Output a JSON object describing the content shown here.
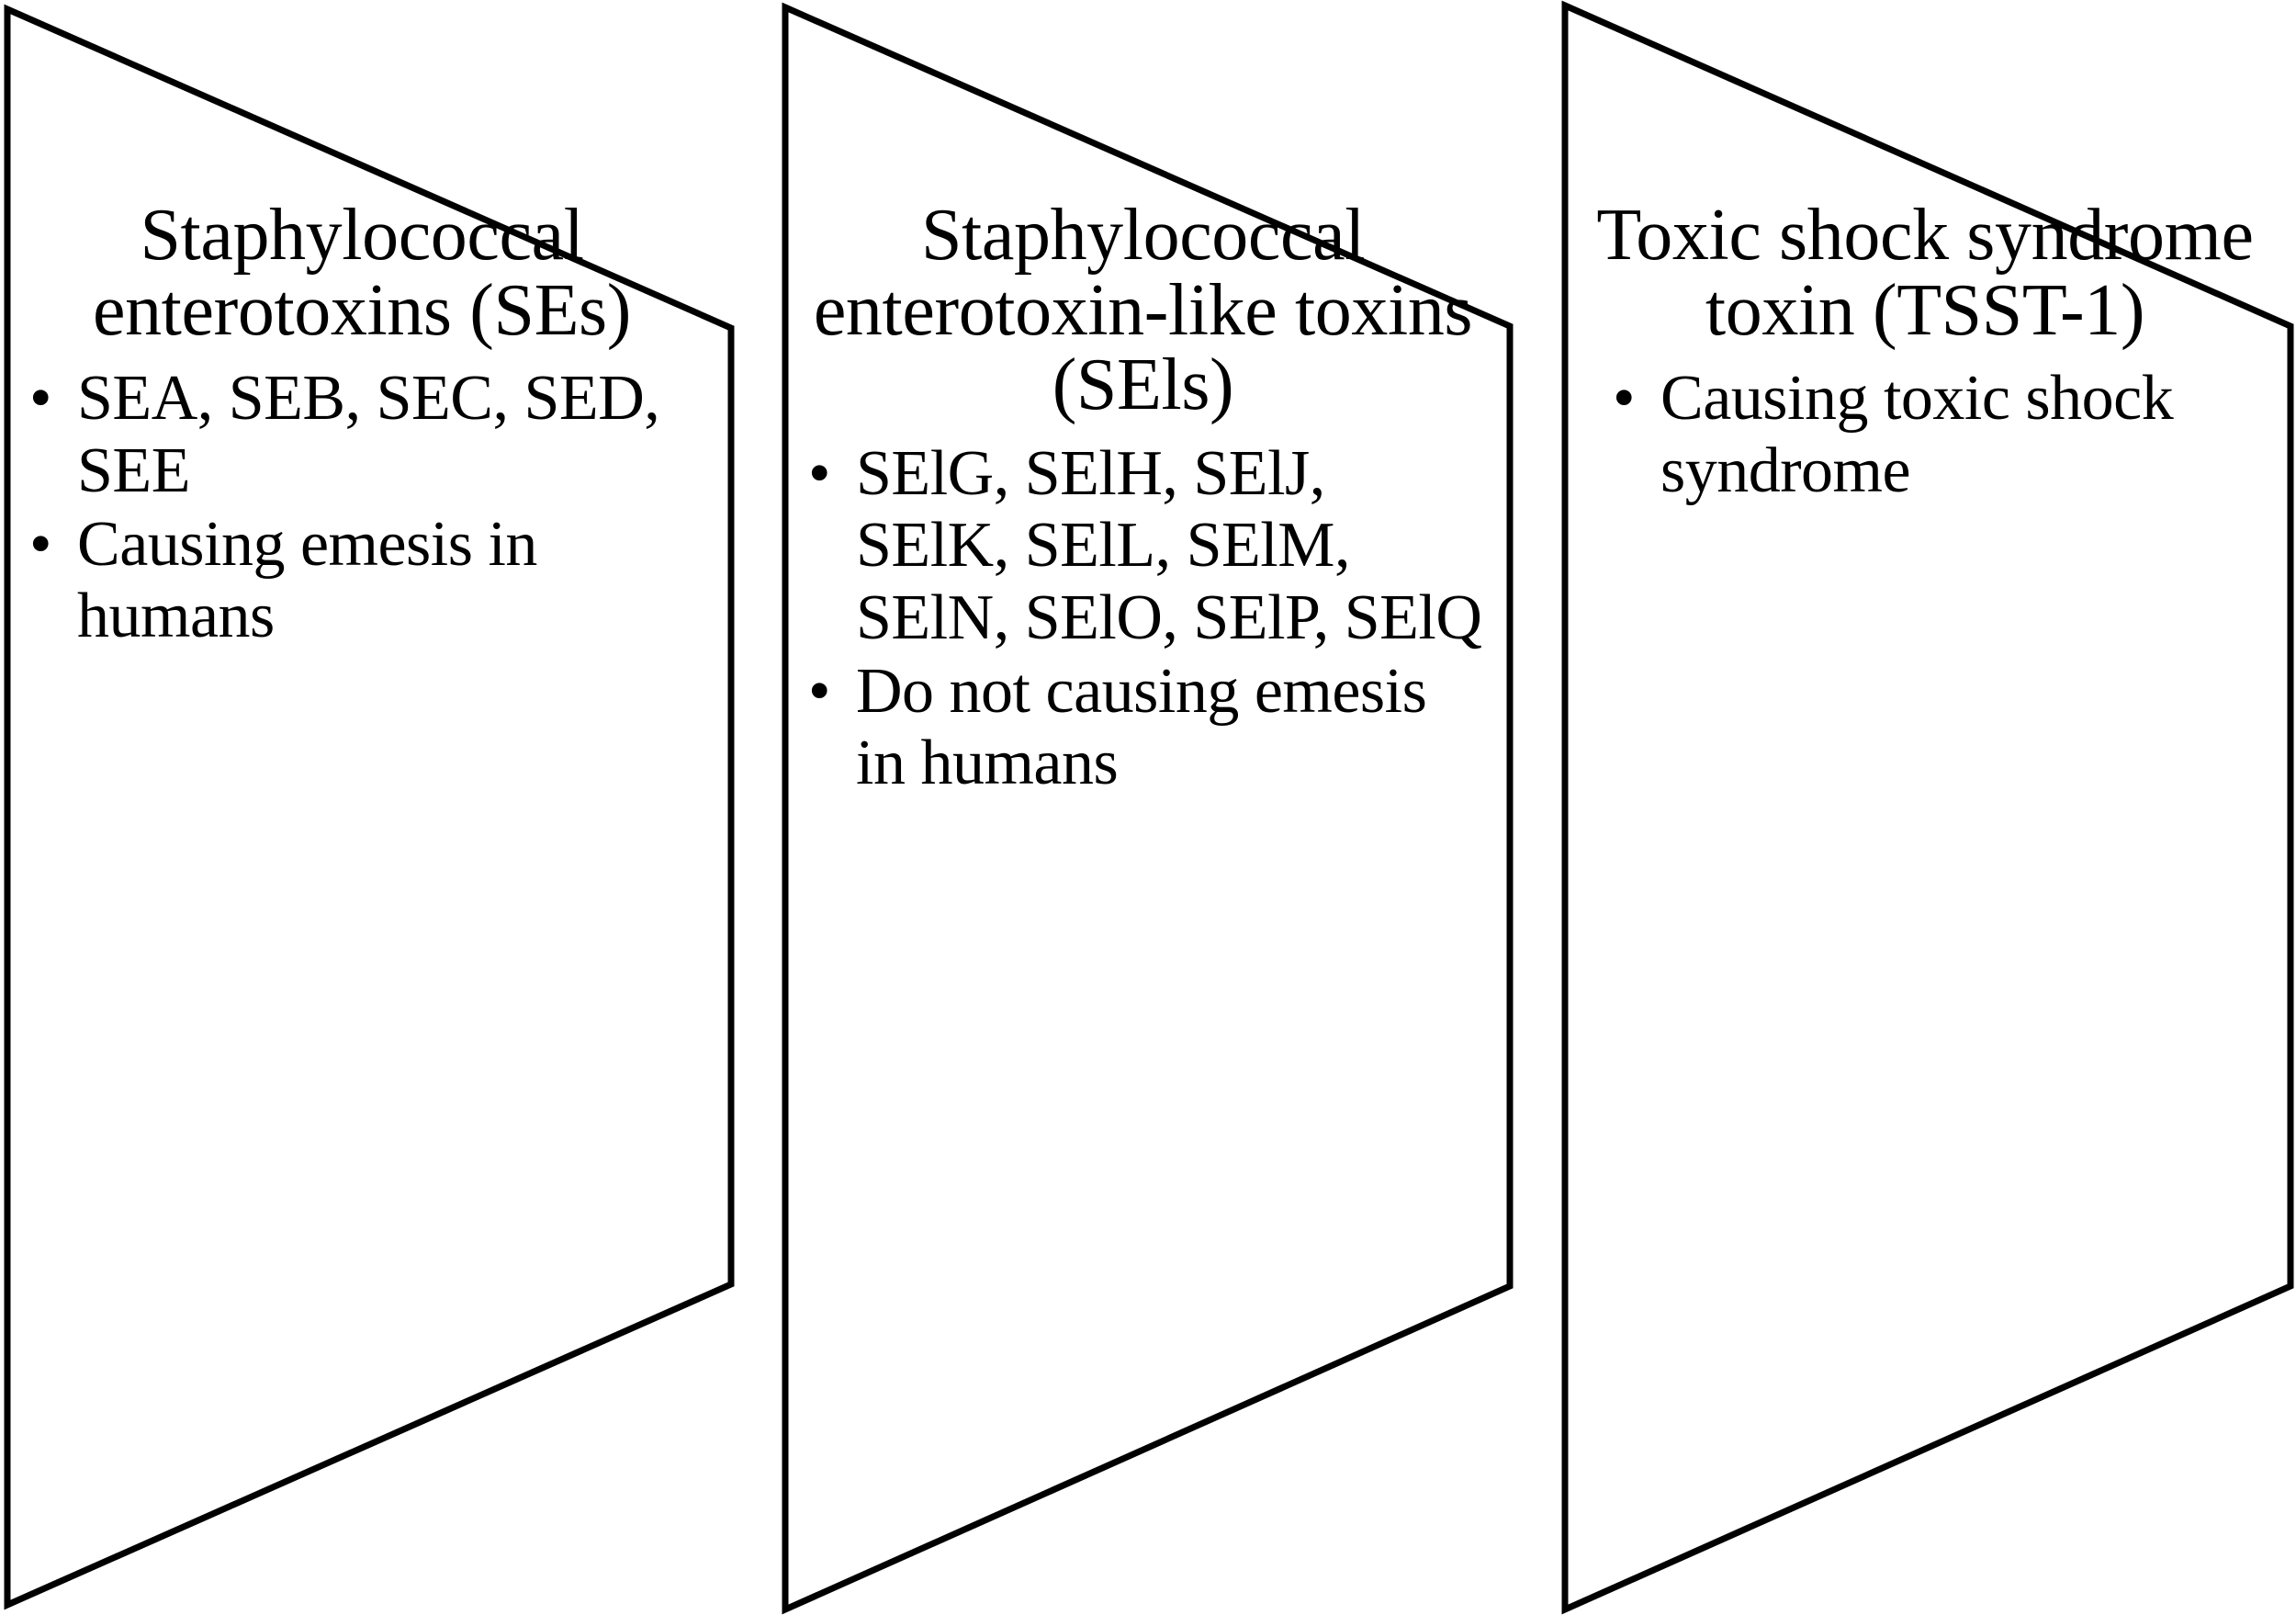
{
  "diagram": {
    "type": "three-panel chevron comparison",
    "background_color": "#ffffff",
    "stroke_color": "#000000",
    "text_color": "#000000",
    "panels": [
      {
        "id": "staphylococcal-enterotoxins",
        "title": "Staphylococcal enterotoxins (SEs)",
        "bullets": [
          "SEA, SEB, SEC, SED, SEE",
          "Causing emesis in humans"
        ],
        "bullet_marker": "•"
      },
      {
        "id": "staphylococcal-enterotoxin-like-toxins",
        "title": "Staphylococcal enterotoxin-like toxins (SEls)",
        "bullets": [
          "SElG, SElH, SElJ, SElK, SElL, SElM, SElN, SElO, SElP, SElQ",
          "Do not causing emesis in humans"
        ],
        "bullet_marker": "•"
      },
      {
        "id": "toxic-shock-syndrome-toxin",
        "title": "Toxic shock syndrome toxin (TSST-1)",
        "bullets": [
          "Causing toxic shock syndrome"
        ],
        "bullet_marker": "•"
      }
    ]
  }
}
